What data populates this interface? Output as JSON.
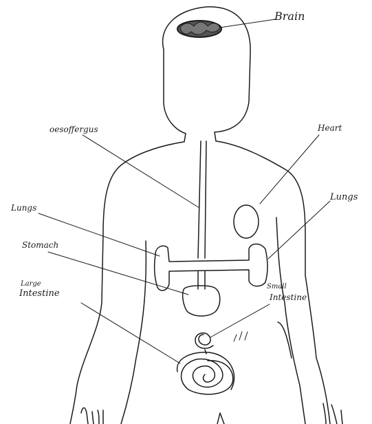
{
  "labels": {
    "brain": "Brain",
    "oesophagus": "oesoffergus",
    "heart": "Heart",
    "lungs_left": "Lungs",
    "lungs_right": "Lungs",
    "stomach": "Stomach",
    "large_intestine_1": "Large",
    "large_intestine_2": "Intestine",
    "small_intestine_1": "Small",
    "small_intestine_2": "Intestine"
  },
  "colors": {
    "ink": "#1a1a1a",
    "brain_fill": "#555555",
    "paper": "#ffffff"
  }
}
